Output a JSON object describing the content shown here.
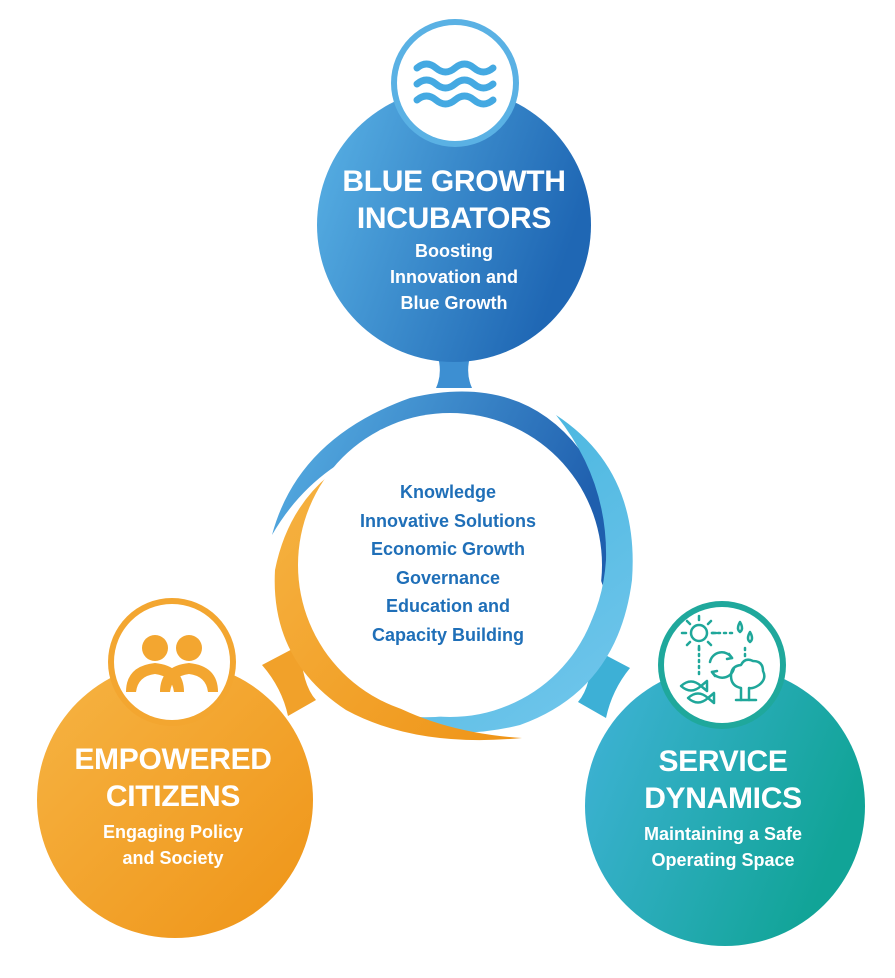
{
  "colors": {
    "blue_light": "#5ab3e6",
    "blue_dark": "#1f67b4",
    "orange_light": "#f6b444",
    "orange_dark": "#ef9417",
    "teal_light": "#41b3d9",
    "teal_dark": "#11a497",
    "center_text": "#1f6fb8"
  },
  "nodes": {
    "blue": {
      "icon": "waves-icon",
      "title_lines": [
        "BLUE GROWTH",
        "INCUBATORS"
      ],
      "subtitle_lines": [
        "Boosting",
        "Innovation and",
        "Blue Growth"
      ]
    },
    "orange": {
      "icon": "people-icon",
      "title_lines": [
        "EMPOWERED",
        "CITIZENS"
      ],
      "subtitle_lines": [
        "Engaging Policy",
        "and Society"
      ]
    },
    "teal": {
      "icon": "ecosystem-cycle-icon",
      "title_lines": [
        "SERVICE",
        "DYNAMICS"
      ],
      "subtitle_lines": [
        "Maintaining a Safe",
        "Operating Space"
      ]
    }
  },
  "center": {
    "items": [
      "Knowledge",
      "Innovative Solutions",
      "Economic Growth",
      "Governance",
      "Education and",
      "Capacity Building"
    ]
  }
}
